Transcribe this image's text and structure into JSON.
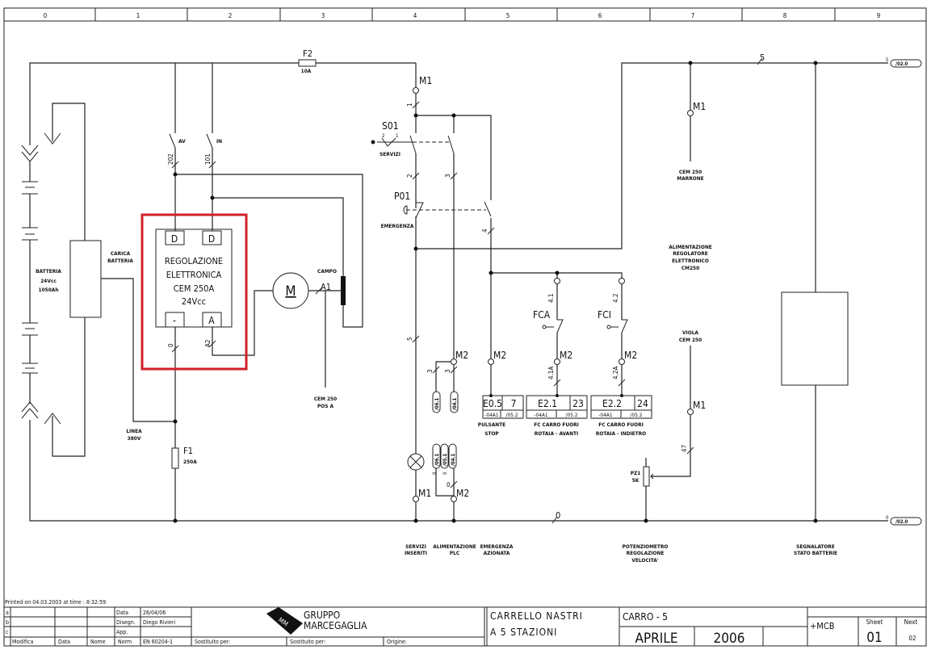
{
  "ruler": [
    "0",
    "1",
    "2",
    "3",
    "4",
    "5",
    "6",
    "7",
    "8",
    "9"
  ],
  "fuses": {
    "f2": {
      "name": "F2",
      "rating": "10A"
    },
    "f1": {
      "name": "F1",
      "rating": "250A"
    }
  },
  "battery": {
    "title": "BATTERIA",
    "voltage": "24Vcc",
    "capacity": "1050Ah"
  },
  "charger": {
    "line1": "CARICA",
    "line2": "BATTERIA"
  },
  "linea": {
    "line1": "LINEA",
    "line2": "380V"
  },
  "contacts": {
    "av": "AV",
    "in": "IN",
    "w202": "202",
    "w101": "101"
  },
  "regulator": {
    "highlight_color": "#d0202a",
    "t1": "D",
    "t2": "D",
    "t3": "-",
    "t4": "A",
    "line1": "REGOLAZIONE",
    "line2": "ELETTRONICA",
    "line3": "CEM 250A",
    "line4": "24Vcc",
    "w0": "0",
    "wa2": "A2"
  },
  "motor": {
    "symbol": "M",
    "a1": "A1",
    "campo": "CAMPO",
    "pos1": "CEM 250",
    "pos2": "POS A"
  },
  "wires": {
    "w1": "1",
    "w2": "2",
    "w3": "3",
    "w4": "4",
    "w5": "5",
    "w0": "0",
    "w41a": "4.1A",
    "w42a": "4.2A",
    "w41": "4.1",
    "w42": "4.2",
    "w47": "47",
    "w3a": "3",
    "w3b": "3",
    "w0a": "0",
    "w0b": "0",
    "w0c": "0",
    "w0d": "0",
    "top5": "5",
    "top5b": "5",
    "bot0": "0"
  },
  "terminals": {
    "m1": "M1",
    "m2": "M2"
  },
  "switches": {
    "s01": "S01",
    "s01_label": "SERVIZI",
    "s01_p2": "2",
    "s01_p1": "1",
    "p01": "P01",
    "p01_label": "EMERGENZA",
    "fca": "FCA",
    "fci": "FCI",
    "pz1": "PZ1",
    "pz1_val": "5K"
  },
  "refs": {
    "r0610": "/06.1",
    "r0611": "/04.1",
    "r061": "/06.1",
    "r051": "/05.1",
    "r041": "/04.1",
    "top": "/02.0",
    "bottom": "/02.0"
  },
  "plc": [
    {
      "addr": "E0.5",
      "num": "7",
      "mod": "-04A1",
      "page": "/05.2",
      "desc1": "PULSANTE",
      "desc2": "STOP"
    },
    {
      "addr": "E2.1",
      "num": "23",
      "mod": "-04A1",
      "page": "/05.2",
      "desc1": "FC CARRO FUORI",
      "desc2": "ROTAIA - AVANTI"
    },
    {
      "addr": "E2.2",
      "num": "24",
      "mod": "-04A1",
      "page": "/05.2",
      "desc1": "FC CARRO FUORI",
      "desc2": "ROTAIA - INDIETRO"
    }
  ],
  "notes": {
    "marrone1": "CEM 250",
    "marrone2": "MARRONE",
    "alim1": "ALIMENTAZIONE",
    "alim2": "REGOLATORE",
    "alim3": "ELETTRONICO",
    "alim4": "CM250",
    "viola1": "VIOLA",
    "viola2": "CEM 250",
    "servizi1": "SERVIZI",
    "servizi2": "INSERITI",
    "plc1": "ALIMENTAZIONE",
    "plc2": "PLC",
    "emerg1": "EMERGENZA",
    "emerg2": "AZIONATA",
    "pot1": "POTENZIOMETRO",
    "pot2": "REGOLAZIONE",
    "pot3": "VELOCITA'",
    "segn1": "SEGNALATORE",
    "segn2": "STATO BATTERIE"
  },
  "titleblock": {
    "printed": "Printed on 04.03.2003 at time : 8:32:59",
    "rows": [
      "a",
      "b",
      "c"
    ],
    "data_label": "Data",
    "data_value": "26/04/06",
    "disegn_label": "Disegn.",
    "disegn_value": "Diego Rivieri",
    "app_label": "App.",
    "modifica": "Modifica",
    "data": "Data",
    "nome": "Nome",
    "norm": "Norm",
    "norm_value": "EN 60204-1",
    "sost1": "Sostituito per:",
    "sost2": "Sostituito per:",
    "origine": "Origine:",
    "company1": "GRUPPO",
    "company2": "MARCEGAGLIA",
    "logo": "MM",
    "project1": "CARRELLO NASTRI",
    "project2": "A 5 STAZIONI",
    "drawing": "CARRO - 5",
    "month": "APRILE",
    "year": "2006",
    "location": "+MCB",
    "sheet_label": "Sheet",
    "sheet": "01",
    "next_label": "Next",
    "next": "02"
  }
}
